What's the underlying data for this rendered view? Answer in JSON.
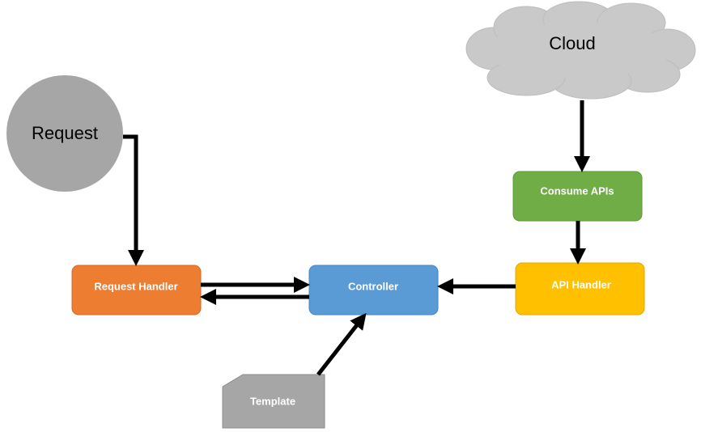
{
  "nodes": {
    "request": "Request",
    "cloud": "Cloud",
    "consume_apis": "Consume APIs",
    "request_handler": "Request Handler",
    "controller": "Controller",
    "api_handler": "API Handler",
    "template": "Template"
  },
  "colors": {
    "request_circle": "#a6a6a6",
    "cloud": "#c9c9c9",
    "consume_apis": "#70ad47",
    "request_handler": "#ed7d31",
    "controller": "#5b9bd5",
    "api_handler": "#ffc000",
    "template": "#a6a6a6"
  }
}
